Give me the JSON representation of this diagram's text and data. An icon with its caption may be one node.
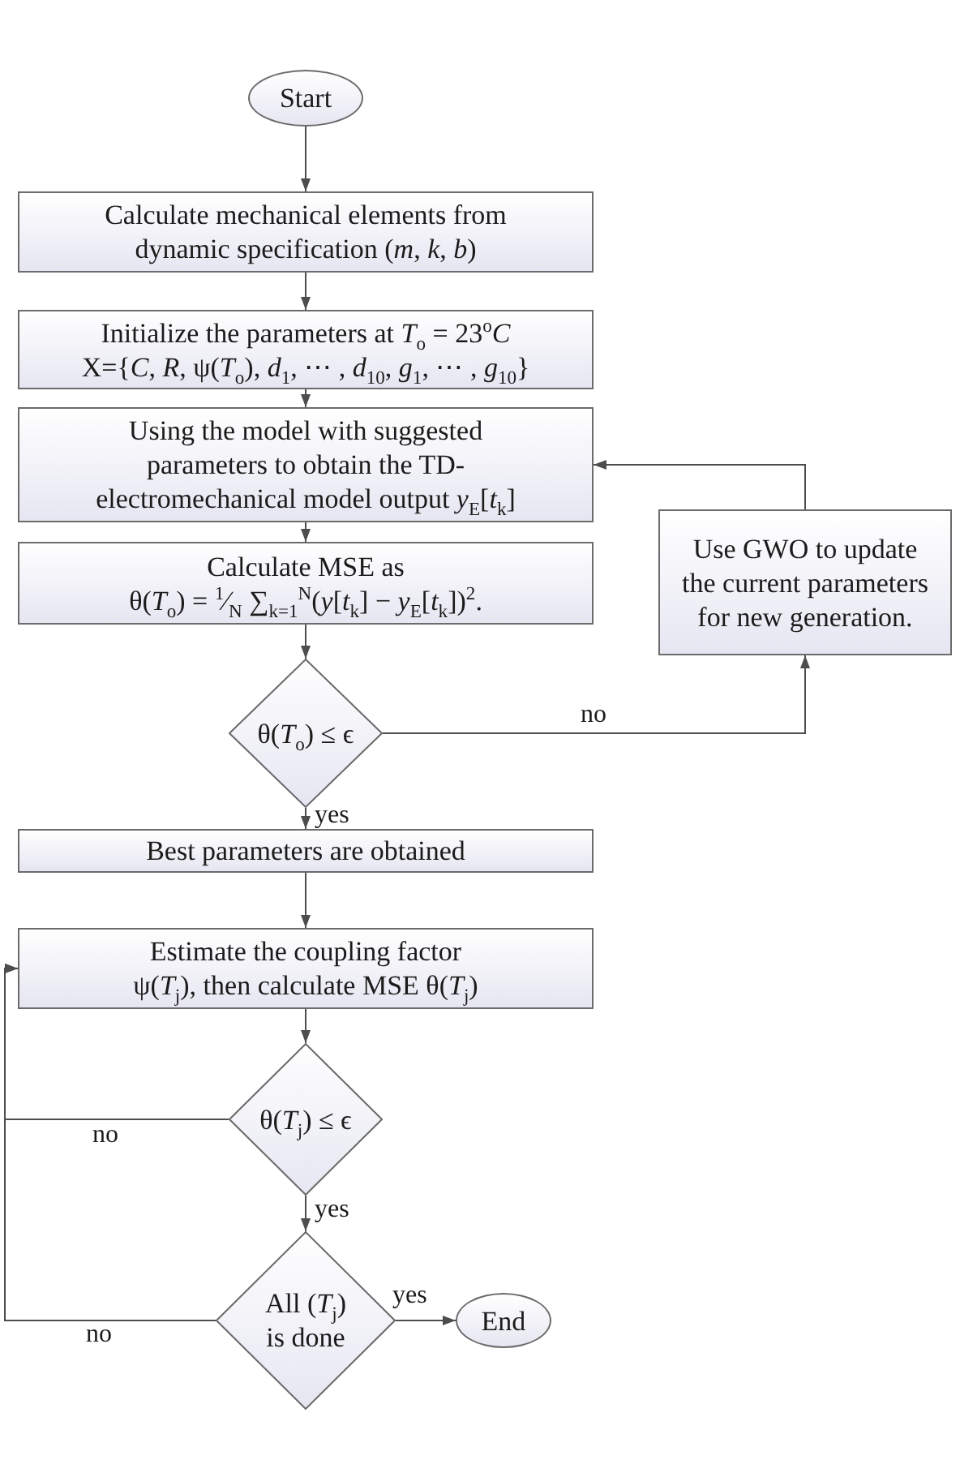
{
  "diagram": {
    "nodes": [
      {
        "text": [
          "Start"
        ]
      },
      {
        "text": [
          "Calculate mechanical elements from dynamic specification (*m*, *k*, *b*)"
        ]
      },
      {
        "text": [
          "Initialize the parameters at *T*$_{o}$ = 23$^{o}$*C*",
          "X={*C*, *R*, ψ(*T*$_{o}$), *d*$_{1}$, ⋯ , *d*$_{10}$, *g*$_{1}$, ⋯ , *g*$_{10}$}"
        ]
      },
      {
        "text": [
          "Using the model with suggested parameters to obtain the TD-electromechanical model output *y*$_{E}$[*t*$_{k}$]"
        ]
      },
      {
        "text": [
          "Calculate MSE as",
          "θ(*T*$_{o}$) = $^{1}$⁄$_{N}$ ∑$_{k=1}$$^{N}$(*y*[*t*$_{k}$] − *y*$_{E}$[*t*$_{k}$])$^{2}$."
        ]
      },
      {
        "text": [
          "θ(*T*$_{o}$) ≤ ϵ"
        ]
      },
      {
        "text": [
          "Use GWO to update the current parameters for new generation."
        ]
      },
      {
        "text": [
          "Best parameters are obtained"
        ]
      },
      {
        "text": [
          "Estimate the coupling factor ψ(*T*$_{j}$), then calculate MSE θ(*T*$_{j}$)"
        ]
      },
      {
        "text": [
          "θ(*T*$_{j}$) ≤ ϵ"
        ]
      },
      {
        "text": [
          "All (*T*$_{j}$) is done"
        ]
      },
      {
        "text": [
          "End"
        ]
      }
    ],
    "edges": [
      {
        "from": 0,
        "to": 1,
        "arrow": "to"
      },
      {
        "from": 1,
        "to": 2,
        "arrow": "to"
      },
      {
        "from": 2,
        "to": 3,
        "arrow": "to"
      },
      {
        "from": 3,
        "to": 4,
        "arrow": "to"
      },
      {
        "from": 4,
        "to": 5,
        "arrow": "to"
      },
      {
        "from": 5,
        "to": 7,
        "arrow": "to",
        "label": "yes"
      },
      {
        "from": 5,
        "to": 6,
        "arrow": "to",
        "label": "no"
      },
      {
        "from": 6,
        "to": 3,
        "arrow": "to"
      },
      {
        "from": 7,
        "to": 8,
        "arrow": "to"
      },
      {
        "from": 8,
        "to": 9,
        "arrow": "to"
      },
      {
        "from": 9,
        "to": 8,
        "arrow": "to",
        "label": "no"
      },
      {
        "from": 9,
        "to": 10,
        "arrow": "to",
        "label": "yes"
      },
      {
        "from": 10,
        "to": 8,
        "arrow": "to",
        "label": "no"
      },
      {
        "from": 10,
        "to": 11,
        "arrow": "to",
        "label": "yes"
      }
    ]
  }
}
